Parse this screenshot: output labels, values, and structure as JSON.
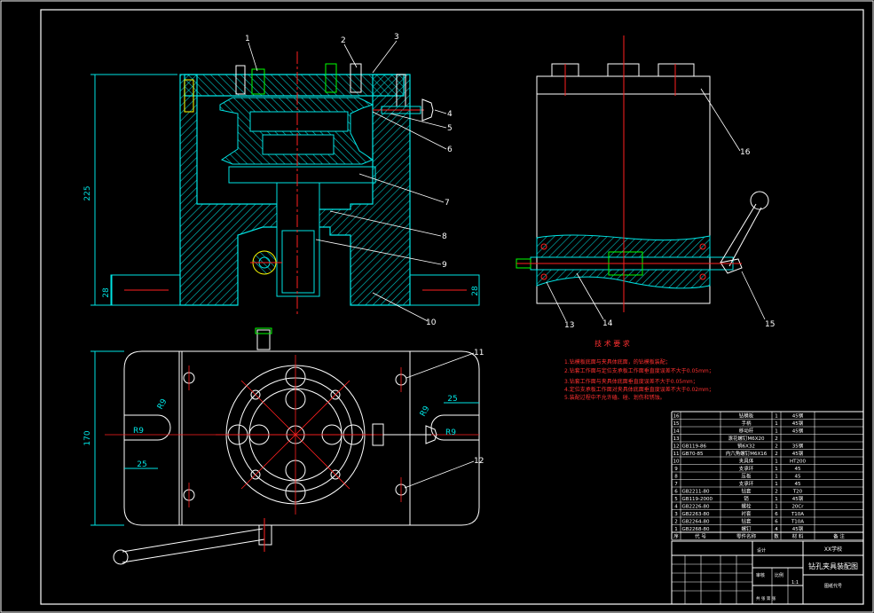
{
  "colors": {
    "background": "#000000",
    "frame": "#ffffff",
    "part": "#00e5e5",
    "hatch": "#00c8c8",
    "centerline": "#ff2020",
    "leader": "#ffffff",
    "dimension": "#00e5e5",
    "green": "#00ff00",
    "yellow": "#ffff00",
    "notes": "#ff3030"
  },
  "balloons": [
    "1",
    "2",
    "3",
    "4",
    "5",
    "6",
    "7",
    "8",
    "9",
    "10",
    "11",
    "12",
    "13",
    "14",
    "15",
    "16"
  ],
  "dimensions": {
    "height": "225",
    "base_left": "28",
    "base_right": "28",
    "plan_height": "170",
    "slot_left_w": "25",
    "slot_right_w": "25",
    "r_left": "R9",
    "r_right": "R9",
    "d_left": "R9",
    "d_right": "R9"
  },
  "notes": {
    "title": "技 术 要 求",
    "lines": [
      "1.钻模板底面与夹具体底面，的钻模板装配；",
      "2.钻套工作面与定位支承板工作面垂直度误差不大于0.05mm；",
      "3.钻套工作面与夹具体底面垂直度误差不大于0.05mm；",
      "4.定位支承板工作面对夹具体底面垂直度误差不大于0.02mm；",
      "5.装配过程中不允许磕、碰、划伤和锈蚀。"
    ]
  },
  "bom": {
    "header": [
      "序",
      "代 号",
      "零件名称",
      "数",
      "材 料",
      "备 注"
    ],
    "rows": [
      [
        "16",
        "",
        "钻模板",
        "1",
        "45钢",
        ""
      ],
      [
        "15",
        "",
        "手柄",
        "1",
        "45钢",
        ""
      ],
      [
        "14",
        "",
        "移动杆",
        "1",
        "45钢",
        ""
      ],
      [
        "13",
        "",
        "滚花螺钉M6X20",
        "2",
        "",
        ""
      ],
      [
        "12",
        "GB119-86",
        "销6X32",
        "2",
        "35钢",
        ""
      ],
      [
        "11",
        "GB70-85",
        "内六角螺钉M6X16",
        "2",
        "45钢",
        ""
      ],
      [
        "10",
        "",
        "夹具体",
        "1",
        "HT200",
        ""
      ],
      [
        "9",
        "",
        "支承环",
        "1",
        "45",
        ""
      ],
      [
        "8",
        "",
        "压板",
        "1",
        "45",
        ""
      ],
      [
        "7",
        "",
        "支承环",
        "1",
        "45",
        ""
      ],
      [
        "6",
        "GB2211-80",
        "钻套",
        "2",
        "T20",
        ""
      ],
      [
        "5",
        "GB119-2000",
        "销",
        "1",
        "45钢",
        ""
      ],
      [
        "4",
        "GB2226-80",
        "螺栓",
        "1",
        "20Cr",
        ""
      ],
      [
        "3",
        "GB2263-80",
        "衬套",
        "6",
        "T10A",
        ""
      ],
      [
        "2",
        "GB2264-80",
        "钻套",
        "6",
        "T10A",
        ""
      ],
      [
        "1",
        "GB2268-80",
        "螺钉",
        "4",
        "45钢",
        ""
      ]
    ],
    "school": "XX学校",
    "drawing_title": "钻孔夹具装配图",
    "drawing_code": "图纸代号",
    "label_design": "设计",
    "label_check": "审核",
    "label_scale": "比例",
    "label_sheet": "共 张 第 张",
    "scale_value": "1:1"
  }
}
